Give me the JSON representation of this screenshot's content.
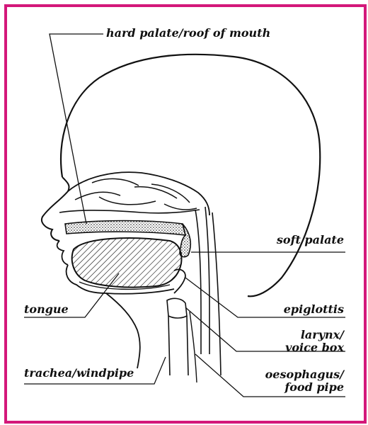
{
  "colors": {
    "frame": "#d4177a",
    "ink": "#111111",
    "background": "#ffffff"
  },
  "labels": {
    "hard_palate": "hard palate/roof of mouth",
    "soft_palate": "soft palate",
    "tongue": "tongue",
    "epiglottis": "epiglottis",
    "larynx_line1": "larynx/",
    "larynx_line2": "voice box",
    "trachea": "trachea/windpipe",
    "oesophagus_line1": "oesophagus/",
    "oesophagus_line2": "food pipe"
  }
}
